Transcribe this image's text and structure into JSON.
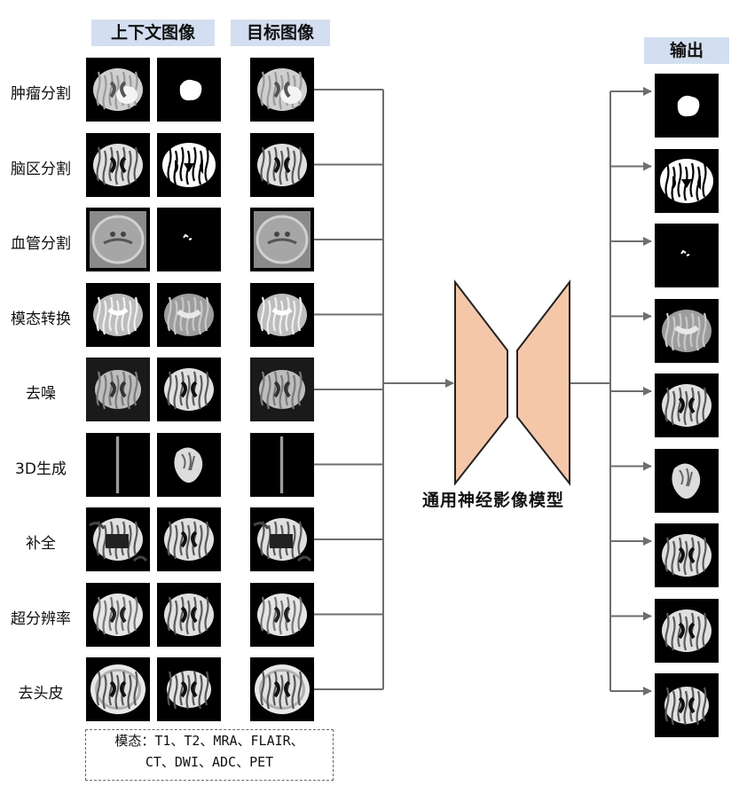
{
  "headers": {
    "context_images": "上下文图像",
    "target_image": "目标图像",
    "output": "输出"
  },
  "tasks": [
    {
      "label": "肿瘤分割",
      "ctx1": "flair",
      "ctx2": "tumor-mask",
      "target": "flair",
      "output": "tumor-mask"
    },
    {
      "label": "脑区分割",
      "ctx1": "t1",
      "ctx2": "brain-mask",
      "target": "t1",
      "output": "brain-mask"
    },
    {
      "label": "血管分割",
      "ctx1": "mra",
      "ctx2": "vessel-mask",
      "target": "mra",
      "output": "vessel-mask"
    },
    {
      "label": "模态转换",
      "ctx1": "t2",
      "ctx2": "t2-gray",
      "target": "t2",
      "output": "t2-gray"
    },
    {
      "label": "去噪",
      "ctx1": "t1-noisy",
      "ctx2": "t1-clean",
      "target": "t1-noisy",
      "output": "t1-clean"
    },
    {
      "label": "3D生成",
      "ctx1": "slice-line",
      "ctx2": "sagittal",
      "target": "slice-line",
      "output": "sagittal"
    },
    {
      "label": "补全",
      "ctx1": "t1-masked",
      "ctx2": "t1-clean",
      "target": "t1-masked",
      "output": "t1-clean"
    },
    {
      "label": "超分辨率",
      "ctx1": "t1-lowres",
      "ctx2": "t1-clean",
      "target": "t1-lowres",
      "output": "t1-clean"
    },
    {
      "label": "去头皮",
      "ctx1": "t1-skull",
      "ctx2": "t1-stripped",
      "target": "t1-skull",
      "output": "t1-stripped"
    }
  ],
  "model_label": "通用神经影像模型",
  "modalities": {
    "line1": "模态：T1、T2、MRA、FLAIR、",
    "line2": "CT、DWI、ADC、PET"
  },
  "colors": {
    "header_bg": "#d3dff0",
    "model_fill": "#f5c7a9",
    "model_stroke": "#222222",
    "wire": "#6e6e6e"
  }
}
